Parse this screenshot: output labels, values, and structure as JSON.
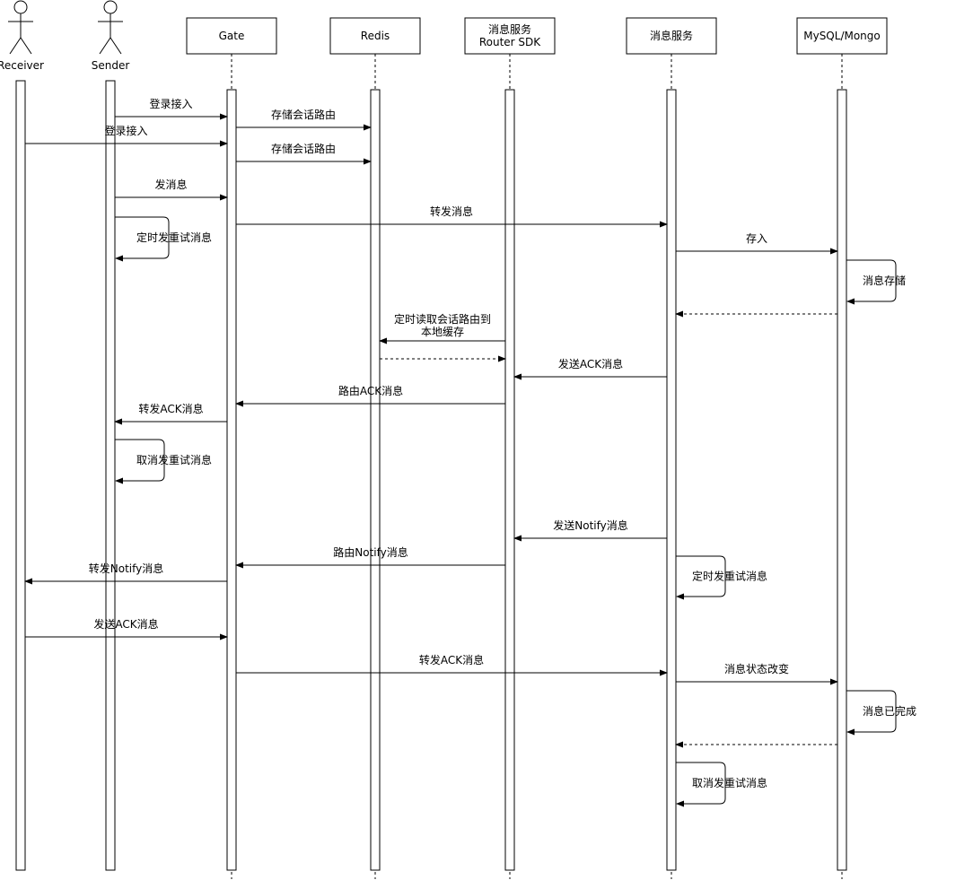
{
  "actors": [
    {
      "id": "receiver",
      "label": "Receiver"
    },
    {
      "id": "sender",
      "label": "Sender"
    }
  ],
  "participants": [
    {
      "id": "gate",
      "lines": [
        "Gate"
      ]
    },
    {
      "id": "redis",
      "lines": [
        "Redis"
      ]
    },
    {
      "id": "router",
      "lines": [
        "消息服务",
        "Router SDK"
      ]
    },
    {
      "id": "msgsvc",
      "lines": [
        "消息服务"
      ]
    },
    {
      "id": "db",
      "lines": [
        "MySQL/Mongo"
      ]
    }
  ],
  "messages": [
    {
      "from": "sender",
      "to": "gate",
      "label": "登录接入"
    },
    {
      "from": "gate",
      "to": "redis",
      "label": "存储会话路由"
    },
    {
      "from": "receiver",
      "to": "gate",
      "label": "登录接入"
    },
    {
      "from": "gate",
      "to": "redis",
      "label": "存储会话路由"
    },
    {
      "from": "sender",
      "to": "gate",
      "label": "发消息"
    },
    {
      "from": "gate",
      "to": "msgsvc",
      "label": "转发消息"
    },
    {
      "self": "sender",
      "label": "定时发重试消息"
    },
    {
      "from": "msgsvc",
      "to": "db",
      "label": "存入"
    },
    {
      "self": "db",
      "label": "消息存储"
    },
    {
      "from": "db",
      "to": "msgsvc",
      "label": "",
      "dashed": true
    },
    {
      "from": "router",
      "to": "redis",
      "label": [
        "定时读取会话路由到",
        "本地缓存"
      ]
    },
    {
      "from": "redis",
      "to": "router",
      "label": "",
      "dashed": true
    },
    {
      "from": "msgsvc",
      "to": "router",
      "label": "发送ACK消息"
    },
    {
      "from": "router",
      "to": "gate",
      "label": "路由ACK消息"
    },
    {
      "from": "gate",
      "to": "sender",
      "label": "转发ACK消息"
    },
    {
      "self": "sender",
      "label": "取消发重试消息"
    },
    {
      "from": "msgsvc",
      "to": "router",
      "label": "发送Notify消息"
    },
    {
      "from": "router",
      "to": "gate",
      "label": "路由Notify消息"
    },
    {
      "from": "gate",
      "to": "receiver",
      "label": "转发Notify消息"
    },
    {
      "self": "msgsvc",
      "label": "定时发重试消息"
    },
    {
      "from": "receiver",
      "to": "gate",
      "label": "发送ACK消息"
    },
    {
      "from": "gate",
      "to": "msgsvc",
      "label": "转发ACK消息"
    },
    {
      "from": "msgsvc",
      "to": "db",
      "label": "消息状态改变"
    },
    {
      "self": "db",
      "label": "消息已完成"
    },
    {
      "from": "db",
      "to": "msgsvc",
      "label": "",
      "dashed": true
    },
    {
      "self": "msgsvc",
      "label": "取消发重试消息"
    }
  ]
}
